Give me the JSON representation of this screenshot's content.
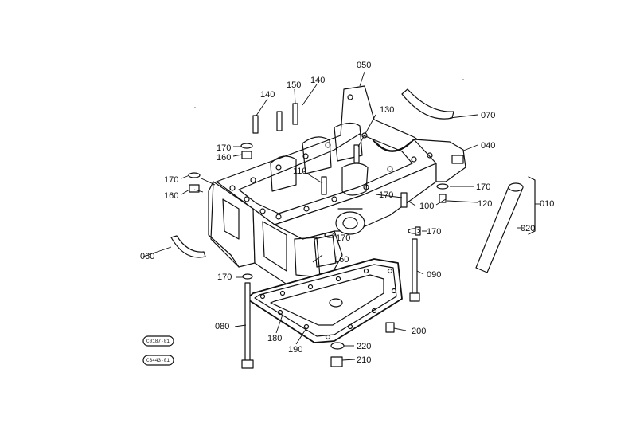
{
  "callouts": {
    "p010": "010",
    "p020": "020",
    "p040": "040",
    "p050": "050",
    "p060": "060",
    "p070": "070",
    "p080": "080",
    "p090": "090",
    "p100": "100",
    "p110": "110",
    "p120": "120",
    "p130": "130",
    "p140a": "140",
    "p140b": "140",
    "p150": "150",
    "p160a": "160",
    "p160b": "160",
    "p160c": "160",
    "p170a": "170",
    "p170b": "170",
    "p170c": "170",
    "p170d": "170",
    "p170e": "170",
    "p170f": "170",
    "p170g": "170",
    "p180": "180",
    "p190": "190",
    "p200": "200",
    "p210": "210",
    "p220": "220"
  },
  "stamps": {
    "top": "C0187-01",
    "bottom": "C3443-01"
  }
}
